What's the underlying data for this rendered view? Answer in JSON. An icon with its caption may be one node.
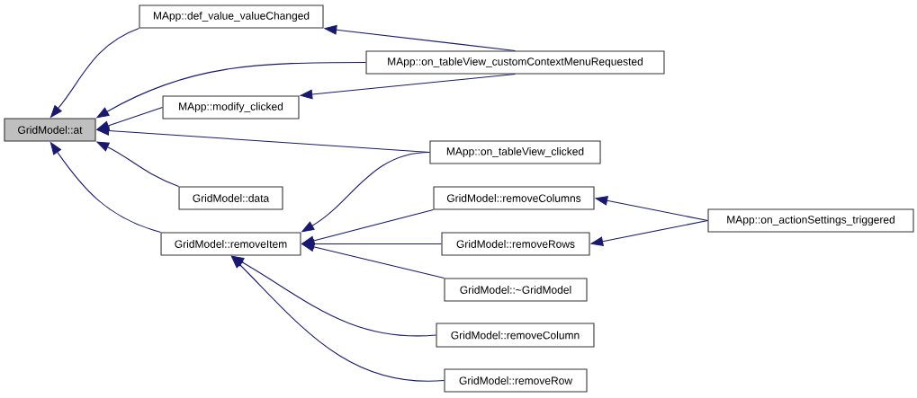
{
  "diagram": {
    "nodes": [
      {
        "text": [
          "GridModel::at"
        ]
      },
      {
        "text": [
          "MApp::def_value_valueChanged"
        ]
      },
      {
        "text": [
          "MApp::on_tableView_customContextMenuRequested"
        ]
      },
      {
        "text": [
          "MApp::modify_clicked"
        ]
      },
      {
        "text": [
          "MApp::on_tableView_clicked"
        ]
      },
      {
        "text": [
          "GridModel::data"
        ]
      },
      {
        "text": [
          "GridModel::removeItem"
        ]
      },
      {
        "text": [
          "GridModel::removeColumns"
        ]
      },
      {
        "text": [
          "MApp::on_actionSettings_triggered"
        ]
      },
      {
        "text": [
          "GridModel::removeRows"
        ]
      },
      {
        "text": [
          "GridModel::~GridModel"
        ]
      },
      {
        "text": [
          "GridModel::removeColumn"
        ]
      },
      {
        "text": [
          "GridModel::removeRow"
        ]
      }
    ],
    "edges": [
      {
        "from": 1,
        "to": 0,
        "arrow": "to"
      },
      {
        "from": 2,
        "to": 0,
        "arrow": "to"
      },
      {
        "from": 3,
        "to": 0,
        "arrow": "to"
      },
      {
        "from": 4,
        "to": 0,
        "arrow": "to"
      },
      {
        "from": 5,
        "to": 0,
        "arrow": "to"
      },
      {
        "from": 6,
        "to": 0,
        "arrow": "to"
      },
      {
        "from": 2,
        "to": 1,
        "arrow": "to"
      },
      {
        "from": 2,
        "to": 3,
        "arrow": "to"
      },
      {
        "from": 4,
        "to": 6,
        "arrow": "to"
      },
      {
        "from": 7,
        "to": 6,
        "arrow": "to"
      },
      {
        "from": 9,
        "to": 6,
        "arrow": "to"
      },
      {
        "from": 10,
        "to": 6,
        "arrow": "to"
      },
      {
        "from": 11,
        "to": 6,
        "arrow": "to"
      },
      {
        "from": 12,
        "to": 6,
        "arrow": "to"
      },
      {
        "from": 8,
        "to": 7,
        "arrow": "to"
      },
      {
        "from": 8,
        "to": 9,
        "arrow": "to"
      }
    ]
  }
}
